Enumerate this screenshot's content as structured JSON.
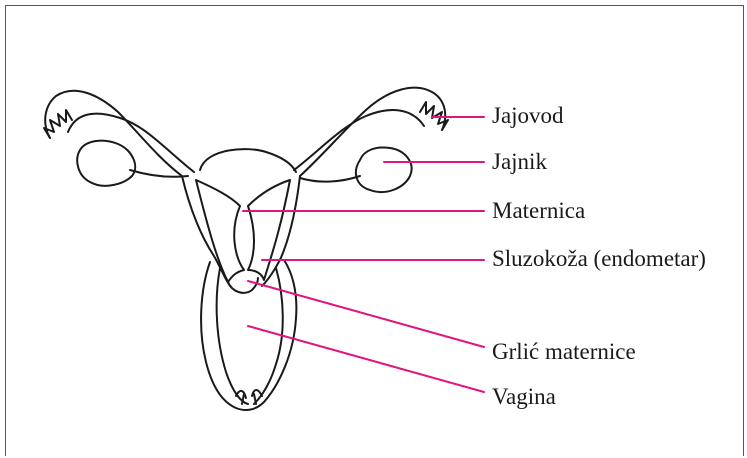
{
  "labels": {
    "fallopian_tube": "Jajovod",
    "ovary": "Jajnik",
    "uterus": "Maternica",
    "endometrium": "Sluzokoža (endometar)",
    "cervix": "Grlić maternice",
    "vagina": "Vagina"
  },
  "colors": {
    "leader_lines": "#e0157f",
    "outline": "#1a1a1a",
    "frame": "#555555"
  }
}
